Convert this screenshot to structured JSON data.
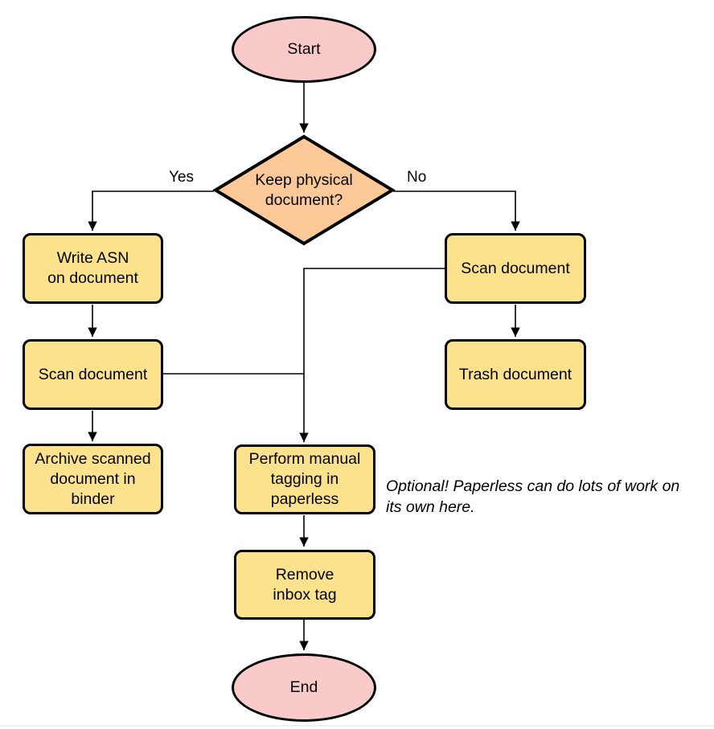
{
  "nodes": {
    "start": {
      "label": "Start",
      "type": "terminal"
    },
    "decision": {
      "label": "Keep physical\ndocument?",
      "type": "decision"
    },
    "write_asn": {
      "label": "Write ASN\non document",
      "type": "process"
    },
    "scan_left": {
      "label": "Scan document",
      "type": "process"
    },
    "archive": {
      "label": "Archive scanned\ndocument in\nbinder",
      "type": "process"
    },
    "scan_right": {
      "label": "Scan document",
      "type": "process"
    },
    "trash": {
      "label": "Trash document",
      "type": "process"
    },
    "tagging": {
      "label": "Perform manual\ntagging in\npaperless",
      "type": "process"
    },
    "remove_inbox": {
      "label": "Remove\ninbox tag",
      "type": "process"
    },
    "end": {
      "label": "End",
      "type": "terminal"
    }
  },
  "edge_labels": {
    "yes": "Yes",
    "no": "No"
  },
  "note": {
    "text": "Optional! Paperless can do lots of work on\nits own here."
  },
  "colors": {
    "terminal_fill": "#f8cbca",
    "decision_fill": "#fbc998",
    "process_fill": "#fce28d",
    "stroke": "#000000",
    "background": "#ffffff"
  }
}
